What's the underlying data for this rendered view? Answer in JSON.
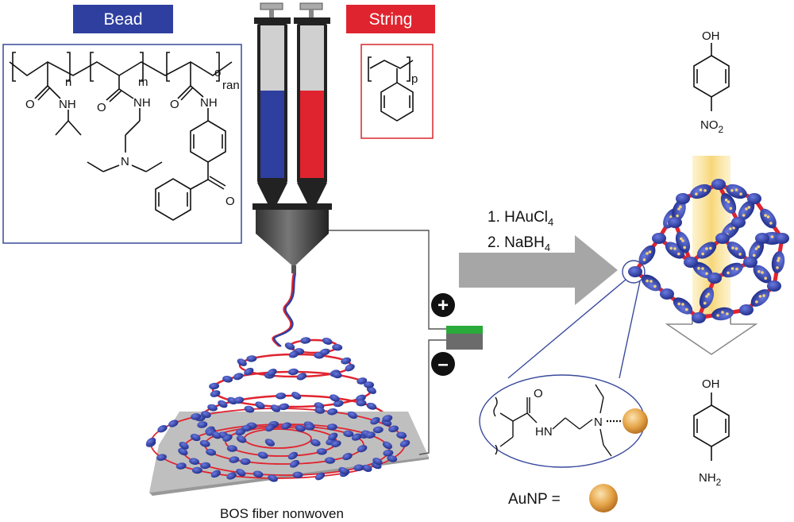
{
  "labels": {
    "bead": "Bead",
    "string": "String",
    "nonwoven": "BOS fiber nonwoven",
    "step1": "1. HAuCl",
    "step1_sub": "4",
    "step2": "2. NaBH",
    "step2_sub": "4",
    "aunp": "AuNP ="
  },
  "polymer_bead": {
    "sub_n": "n",
    "sub_m": "m",
    "sub_o": "o",
    "sub_ran": "ran",
    "nh1": "NH",
    "nh2": "NH",
    "nh3": "NH",
    "o1": "O",
    "o2": "O",
    "o3": "O",
    "n_amine": "N",
    "o_ketone": "O"
  },
  "polymer_string": {
    "sub_p": "p"
  },
  "reactant": {
    "oh": "OH",
    "no2": "NO",
    "no2_sub": "2"
  },
  "product": {
    "oh": "OH",
    "nh2": "NH",
    "nh2_sub": "2"
  },
  "inset": {
    "o": "O",
    "hn": "HN",
    "n": "N"
  },
  "power": {
    "plus": "+",
    "minus": "–"
  },
  "colors": {
    "bead_blue": "#2e3fa0",
    "string_red": "#e0242f",
    "gold": "#e6a54a",
    "arrow_gray": "#a6a6a6",
    "frame_blue": "#3a4a9c",
    "frame_red": "#d9262e"
  }
}
